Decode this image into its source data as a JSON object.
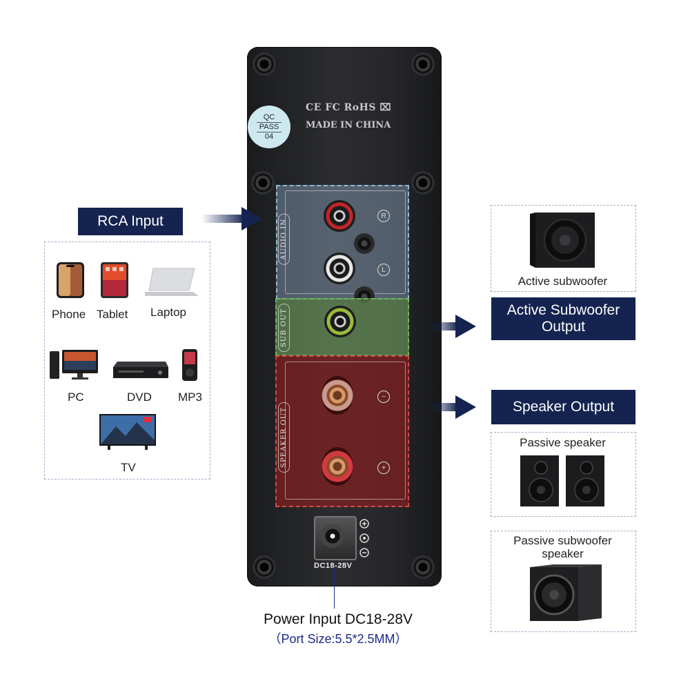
{
  "panel": {
    "qc": {
      "line1": "QC",
      "line2": "PASS",
      "line3": "04"
    },
    "cert_marks": "CE FC RoHS ⌧",
    "made_in": "MADE IN CHINA",
    "audio_in_label": "AUDIO IN",
    "sub_out_label": "SUB OUT",
    "speaker_out_label": "SPEAKER OUT",
    "right_mark": "R",
    "left_mark": "L",
    "minus_mark": "−",
    "plus_mark": "+",
    "dc_label": "DC18-28V"
  },
  "rca_input": {
    "label": "RCA Input",
    "devices": [
      {
        "label": "Phone"
      },
      {
        "label": "Tablet"
      },
      {
        "label": "Laptop"
      },
      {
        "label": "PC"
      },
      {
        "label": "DVD"
      },
      {
        "label": "MP3"
      },
      {
        "label": "TV"
      }
    ]
  },
  "active_sub": {
    "caption": "Active subwoofer",
    "button_line1": "Active Subwoofer",
    "button_line2": "Output"
  },
  "speaker_output": {
    "button": "Speaker Output",
    "passive_speaker": "Passive speaker",
    "passive_sub_line1": "Passive subwoofer",
    "passive_sub_line2": "speaker"
  },
  "power": {
    "title": "Power Input DC18-28V",
    "subtitle": "（Port Size:5.5*2.5MM）"
  },
  "colors": {
    "navy": "#14234f",
    "accent_blue": "#1c2a8a"
  }
}
